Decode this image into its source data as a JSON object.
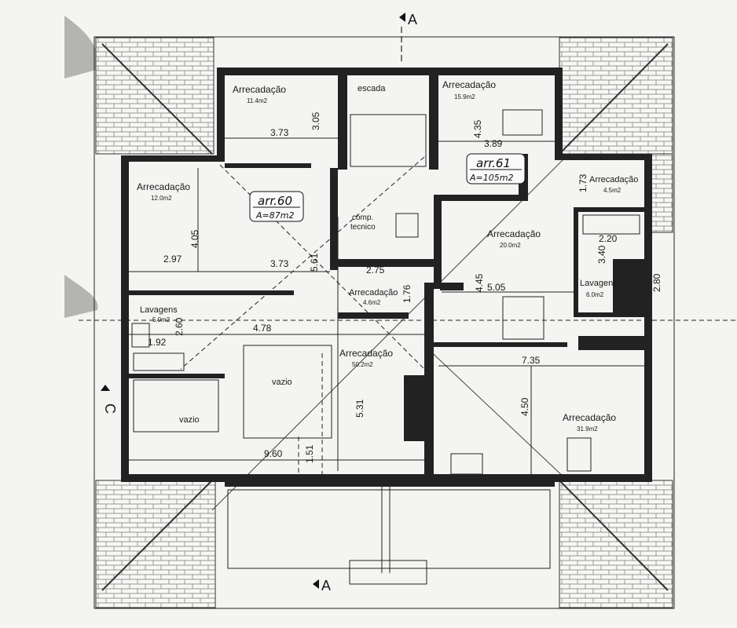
{
  "section_marks": {
    "top": "A",
    "bottom": "A",
    "left": "C"
  },
  "stamps": [
    {
      "id": "arr60",
      "title": "arr.60",
      "area": "A=87m2"
    },
    {
      "id": "arr61",
      "title": "arr.61",
      "area": "A=105m2"
    }
  ],
  "rooms": [
    {
      "id": "arr_11",
      "name": "Arrecadação",
      "area": "11.4m2"
    },
    {
      "id": "escada",
      "name": "escada",
      "area": ""
    },
    {
      "id": "arr_15",
      "name": "Arrecadação",
      "area": "15.9m2"
    },
    {
      "id": "arr_12",
      "name": "Arrecadação",
      "area": "12.0m2"
    },
    {
      "id": "arr_45",
      "name": "Arrecadação",
      "area": "4.5m2"
    },
    {
      "id": "comp",
      "name": "comp.",
      "area": "tecnico"
    },
    {
      "id": "arr_20",
      "name": "Arrecadação",
      "area": "20.0m2"
    },
    {
      "id": "arr_46",
      "name": "Arrecadação",
      "area": "4.6m2"
    },
    {
      "id": "lav_l",
      "name": "Lavagens",
      "area": "5.0m2"
    },
    {
      "id": "lav_r",
      "name": "Lavagens",
      "area": "6.0m2"
    },
    {
      "id": "arr_50",
      "name": "Arrecadação",
      "area": "50.2m2"
    },
    {
      "id": "vazio_c",
      "name": "vazio",
      "area": ""
    },
    {
      "id": "vazio_l",
      "name": "vazio",
      "area": ""
    },
    {
      "id": "arr_31",
      "name": "Arrecadação",
      "area": "31.9m2"
    }
  ],
  "dimensions": [
    {
      "id": "d373a",
      "text": "3.73"
    },
    {
      "id": "d305",
      "text": "3.05"
    },
    {
      "id": "d435",
      "text": "4.35"
    },
    {
      "id": "d389",
      "text": "3.89"
    },
    {
      "id": "d173",
      "text": "1.73"
    },
    {
      "id": "d405",
      "text": "4.05"
    },
    {
      "id": "d297",
      "text": "2.97"
    },
    {
      "id": "d373b",
      "text": "3.73"
    },
    {
      "id": "d561",
      "text": "5.61"
    },
    {
      "id": "d275",
      "text": "2.75"
    },
    {
      "id": "d176",
      "text": "1.76"
    },
    {
      "id": "d445",
      "text": "4.45"
    },
    {
      "id": "d505",
      "text": "5.05"
    },
    {
      "id": "d220",
      "text": "2.20"
    },
    {
      "id": "d340",
      "text": "3.40"
    },
    {
      "id": "d280",
      "text": "2.80"
    },
    {
      "id": "d478",
      "text": "4.78"
    },
    {
      "id": "d260",
      "text": "2.60"
    },
    {
      "id": "d192",
      "text": "1.92"
    },
    {
      "id": "d735",
      "text": "7.35"
    },
    {
      "id": "d531",
      "text": "5.31"
    },
    {
      "id": "d450",
      "text": "4.50"
    },
    {
      "id": "d960",
      "text": "9.60"
    },
    {
      "id": "d151",
      "text": "1.51"
    }
  ],
  "colors": {
    "ink": "#222222",
    "paper": "#f4f4f2",
    "stamp_text": "#111111"
  }
}
